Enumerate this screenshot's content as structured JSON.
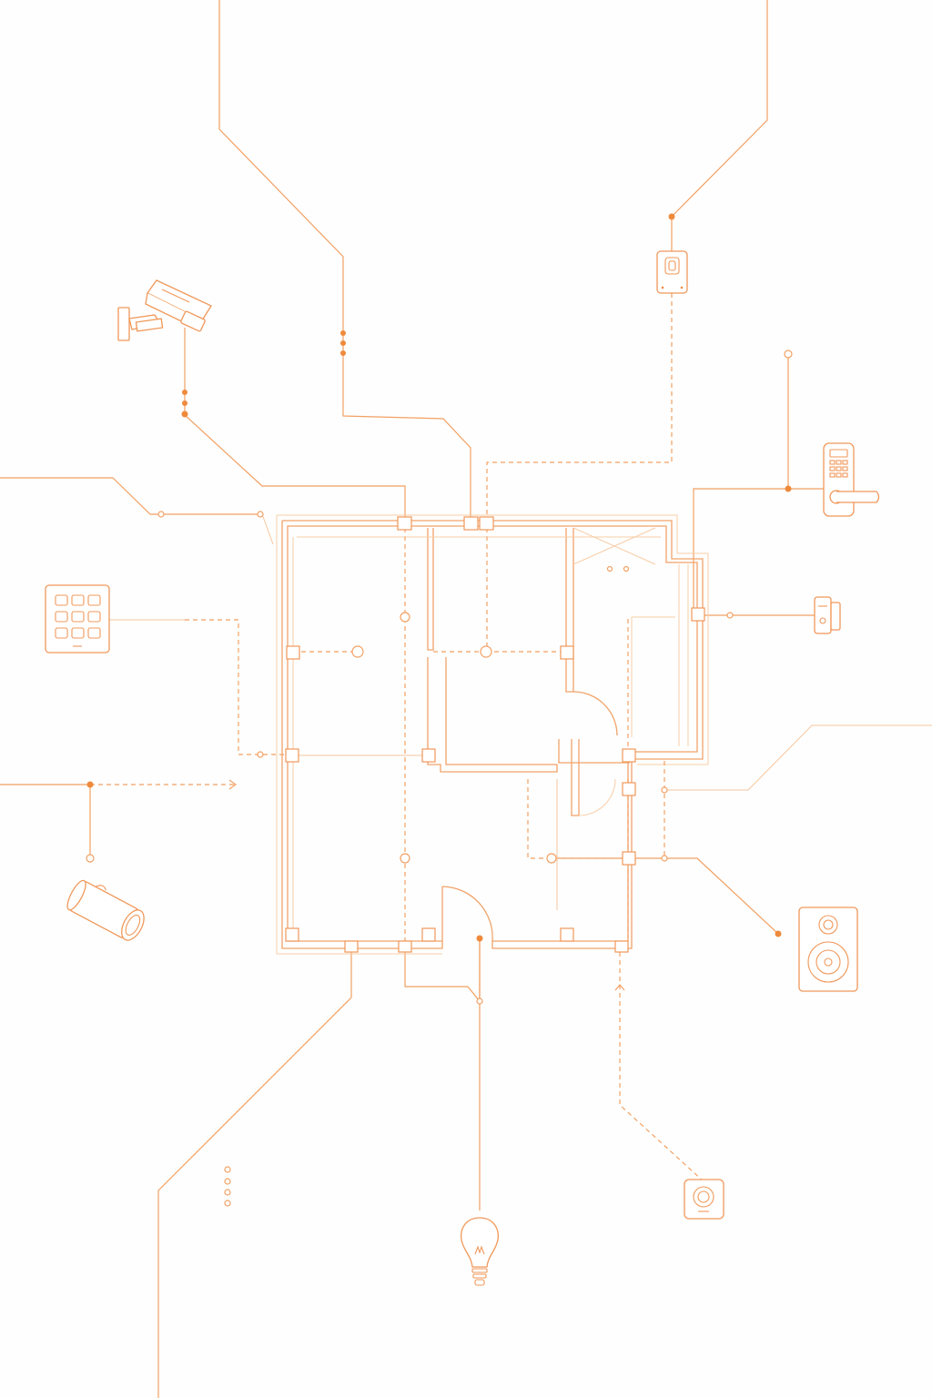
{
  "diagram": {
    "type": "smart-home wiring floor plan",
    "colors": {
      "line": "#f2a063",
      "node": "#ef8a3c",
      "background": "#fefefe"
    },
    "devices": [
      {
        "name": "security-camera",
        "icon": "cctv-camera-icon"
      },
      {
        "name": "light-switch",
        "icon": "wall-switch-icon"
      },
      {
        "name": "smart-lock",
        "icon": "keypad-door-lock-icon"
      },
      {
        "name": "door-sensor",
        "icon": "door-sensor-icon"
      },
      {
        "name": "alarm-keypad",
        "icon": "keypad-panel-icon"
      },
      {
        "name": "bullet-camera",
        "icon": "bullet-camera-icon"
      },
      {
        "name": "speaker",
        "icon": "speaker-icon"
      },
      {
        "name": "thermostat",
        "icon": "thermostat-dial-icon"
      },
      {
        "name": "light-bulb",
        "icon": "light-bulb-icon"
      }
    ]
  }
}
